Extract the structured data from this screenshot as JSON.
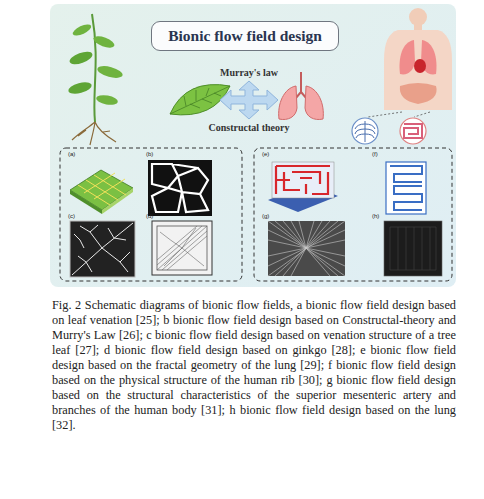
{
  "diagram": {
    "title": "Bionic flow field design",
    "caption": "Fig. 2 Schematic diagrams of bionic flow fields, a bionic flow field design based on leaf venation [25]; b bionic flow field design based on Constructal-theory and Murry's Law [26]; c bionic flow field design based on venation structure of a tree leaf [27]; d bionic flow field design based on ginkgo [28]; e bionic flow field design based on the fractal geometry of the lung [29]; f bionic flow field design based on the physical structure of the human rib [30]; g bionic flow field design based on the structural characteristics of the superior mesenteric artery and branches of the human body [31]; h bionic flow field design based on the lung [32].",
    "labels": [
      "Murray's law",
      "Constructal theory",
      "(a)",
      "(b)",
      "(c)",
      "(d)",
      "(e)",
      "(f)",
      "(g)",
      "(h)"
    ]
  }
}
